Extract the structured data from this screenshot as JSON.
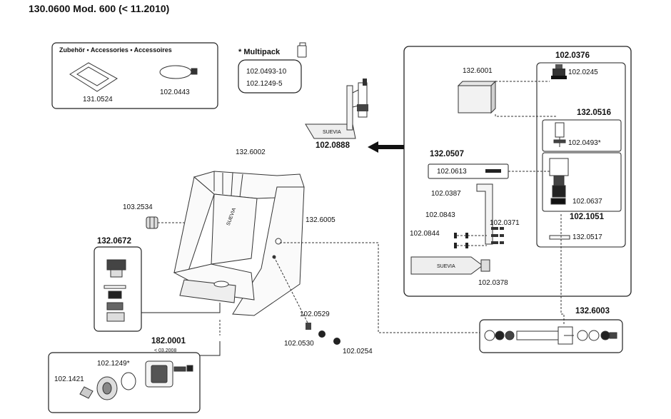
{
  "title": "130.0600 Mod. 600 (< 11.2010)",
  "accessories": {
    "header": "Zubehör • Accessories • Accessoires",
    "items": [
      "131.0524",
      "102.0443"
    ]
  },
  "multipack": {
    "header": "* Multipack",
    "items": [
      "102.0493-10",
      "102.1249-5"
    ]
  },
  "parts": {
    "p132_6001": "132.6001",
    "p102_0376": "102.0376",
    "p102_0245": "102.0245",
    "p132_0516": "132.0516",
    "p102_0493": "102.0493*",
    "p102_0888": "102.0888",
    "p132_6002": "132.6002",
    "p132_0507": "132.0507",
    "p102_0613": "102.0613",
    "p102_0387": "102.0387",
    "p102_0637": "102.0637",
    "p102_1051": "102.1051",
    "p103_2534": "103.2534",
    "p132_6005": "132.6005",
    "p102_0843": "102.0843",
    "p102_0371": "102.0371",
    "p102_0844": "102.0844",
    "p132_0517": "132.0517",
    "p132_0672": "132.0672",
    "p102_0378": "102.0378",
    "p102_0529": "102.0529",
    "p132_6003": "132.6003",
    "p182_0001": "182.0001",
    "p182_0001_note": "< 03.2008",
    "p102_0530": "102.0530",
    "p102_0254": "102.0254",
    "p102_1249": "102.1249*",
    "p102_1421": "102.1421"
  },
  "logo_text": "SUEVIA"
}
